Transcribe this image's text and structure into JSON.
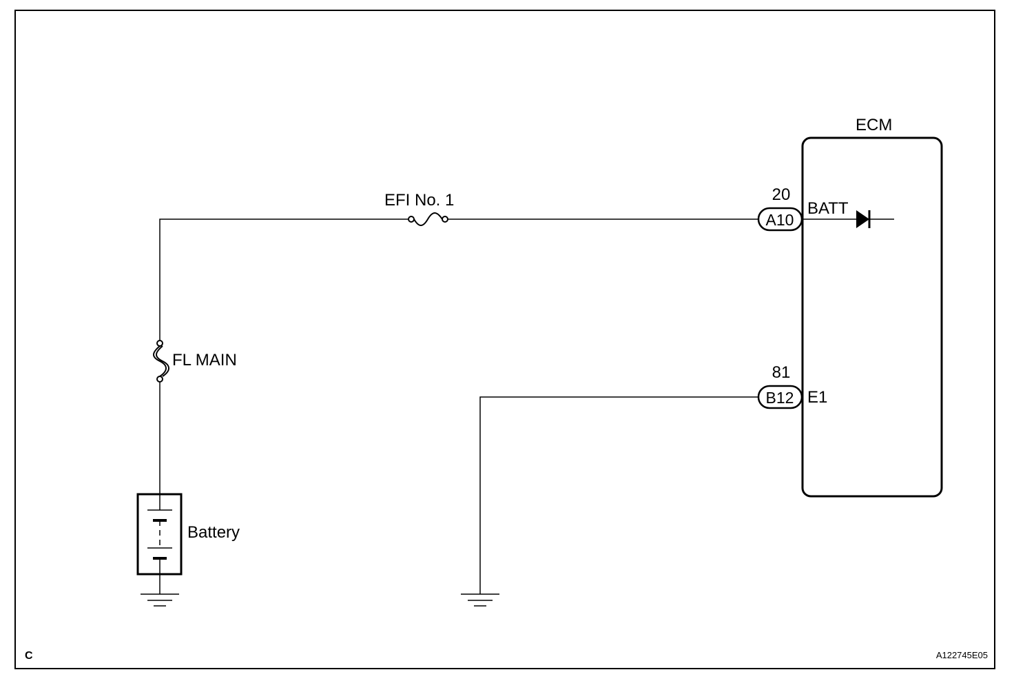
{
  "labels": {
    "ecm": "ECM",
    "efi_fuse": "EFI No. 1",
    "fl_main": "FL MAIN",
    "battery": "Battery",
    "batt_terminal": "BATT",
    "e1_terminal": "E1",
    "corner_code": "C",
    "figure_id": "A122745E05"
  },
  "connectors": {
    "a10": {
      "id": "A10",
      "pin": "20"
    },
    "b12": {
      "id": "B12",
      "pin": "81"
    }
  }
}
